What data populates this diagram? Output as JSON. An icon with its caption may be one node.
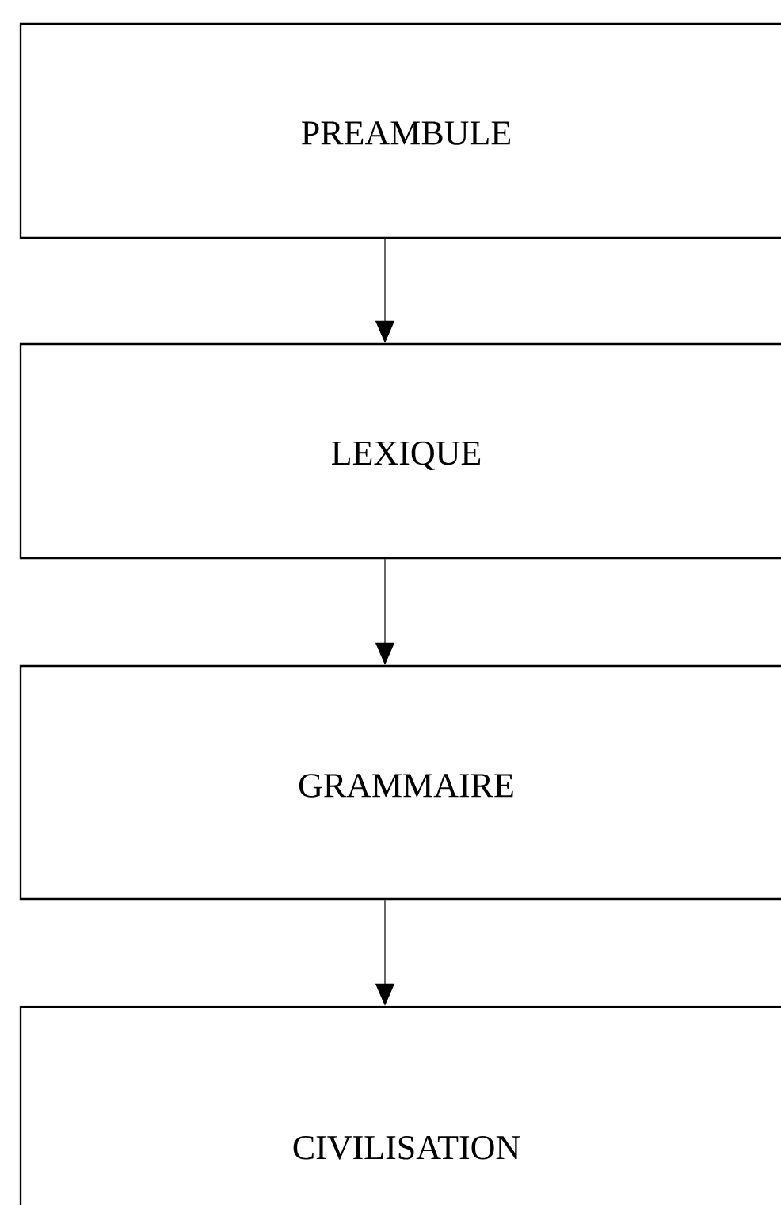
{
  "diagram": {
    "nodes": [
      {
        "text": [
          "PREAMBULE"
        ]
      },
      {
        "text": [
          "LEXIQUE"
        ]
      },
      {
        "text": [
          "GRAMMAIRE"
        ]
      },
      {
        "text": [
          "CIVILISATION"
        ]
      }
    ],
    "edges": [
      {
        "from": 0,
        "to": 1,
        "arrow": "to"
      },
      {
        "from": 1,
        "to": 2,
        "arrow": "to"
      },
      {
        "from": 2,
        "to": 3,
        "arrow": "to"
      }
    ]
  }
}
